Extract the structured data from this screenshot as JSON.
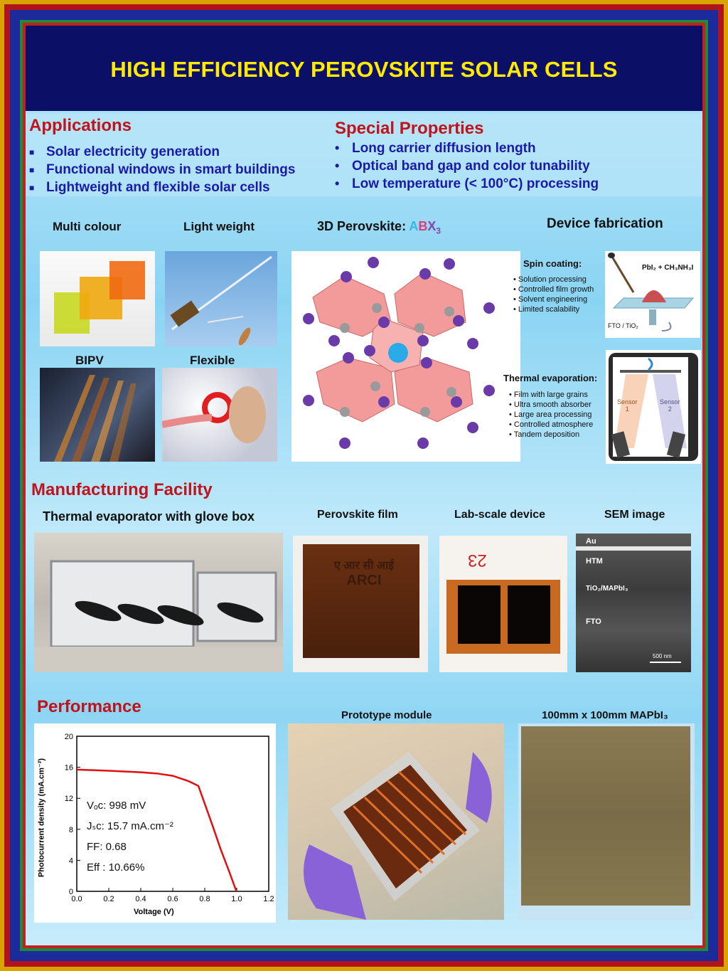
{
  "title": "HIGH EFFICIENCY PEROVSKITE SOLAR CELLS",
  "applications": {
    "heading": "Applications",
    "items": [
      "Solar electricity generation",
      "Functional windows in smart buildings",
      "Lightweight and flexible solar cells"
    ]
  },
  "special_properties": {
    "heading": "Special Properties",
    "items": [
      "Long carrier diffusion length",
      "Optical band gap and color tunability",
      "Low temperature (< 100°C) processing"
    ]
  },
  "images": {
    "multi_colour": "Multi colour",
    "light_weight": "Light weight",
    "bipv": "BIPV",
    "flexible": "Flexible",
    "perovskite_label": "3D Perovskite:",
    "perovskite_formula": {
      "a": "A",
      "b": "B",
      "x": "X",
      "sub": "3"
    }
  },
  "device_fabrication": {
    "heading": "Device fabrication",
    "spin_coating": {
      "heading": "Spin coating:",
      "items": [
        "Solution processing",
        "Controlled film growth",
        "Solvent engineering",
        "Limited scalability"
      ],
      "diagram_label": "PbI₂ + CH₃NH₃I",
      "substrate_label": "FTO / TiO₂"
    },
    "thermal_evaporation": {
      "heading": "Thermal evaporation:",
      "items": [
        "Film with large grains",
        "Ultra smooth absorber",
        "Large area processing",
        "Controlled atmosphere",
        "Tandem deposition"
      ],
      "sensor1": "Sensor",
      "sensor1_num": "1",
      "sensor2": "Sensor",
      "sensor2_num": "2"
    }
  },
  "manufacturing": {
    "heading": "Manufacturing Facility",
    "captions": [
      "Thermal evaporator with glove box",
      "Perovskite film",
      "Lab-scale device",
      "SEM image"
    ],
    "film_text1": "ए आर सी आई",
    "film_text2": "ARCI",
    "device_text": "23",
    "sem_layers": [
      "Au",
      "HTM",
      "TiO₂/MAPbI₃",
      "FTO"
    ],
    "sem_scale": "500 nm"
  },
  "performance": {
    "heading": "Performance",
    "prototype_caption": "Prototype module",
    "large_caption": "100mm x 100mm MAPbI₃"
  },
  "chart_data": {
    "type": "line",
    "xlabel": "Voltage (V)",
    "ylabel": "Photocurrent density (mA.cm⁻²)",
    "xlim": [
      0.0,
      1.2
    ],
    "ylim": [
      0,
      20
    ],
    "xticks": [
      "0.0",
      "0.2",
      "0.4",
      "0.6",
      "0.8",
      "1.0",
      "1.2"
    ],
    "yticks": [
      "0",
      "4",
      "8",
      "12",
      "16",
      "20"
    ],
    "series": [
      {
        "color": "#e01010",
        "x": [
          0.0,
          0.2,
          0.4,
          0.5,
          0.6,
          0.7,
          0.76,
          0.8,
          0.85,
          0.9,
          0.95,
          0.998
        ],
        "y": [
          15.7,
          15.55,
          15.35,
          15.2,
          14.9,
          14.2,
          13.6,
          11.3,
          8.4,
          5.4,
          2.7,
          0.0
        ]
      }
    ],
    "annotations": [
      "Vₒc: 998 mV",
      "Jₛc: 15.7 mA.cm⁻²",
      "FF: 0.68",
      "Eff : 10.66%"
    ]
  }
}
